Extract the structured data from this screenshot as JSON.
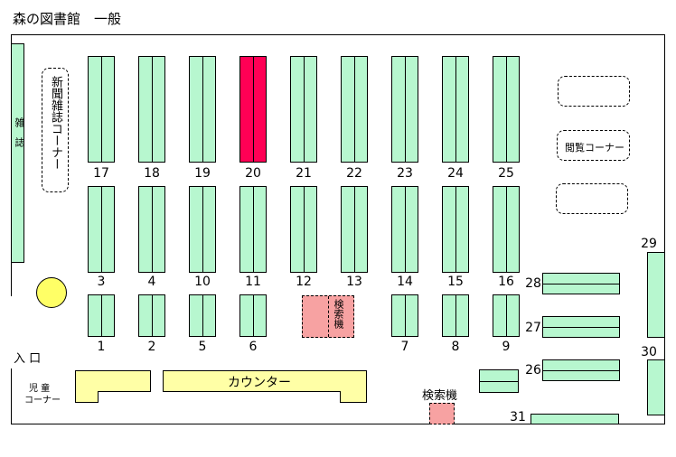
{
  "header": {
    "title": "森の図書館　一般"
  },
  "labels": {
    "magazine_wall": "雑　誌",
    "newspaper_corner": "新聞雑誌コーナー",
    "reading_corner": "閲覧コーナー",
    "search_terminal": "検索機",
    "search_terminal_2": "検索機",
    "entrance": "入 口",
    "children_corner_line1": "児 童",
    "children_corner_line2": "コーナー",
    "counter": "カウンター"
  },
  "shelves": {
    "top_row": [
      "17",
      "18",
      "19",
      "20",
      "21",
      "22",
      "23",
      "24",
      "25"
    ],
    "middle_row": [
      "3",
      "4",
      "10",
      "11",
      "12",
      "13",
      "14",
      "15",
      "16"
    ],
    "bottom_left": [
      "1",
      "2",
      "5",
      "6"
    ],
    "bottom_right": [
      "7",
      "8",
      "9"
    ],
    "right_side": [
      "28",
      "27",
      "26",
      "31",
      "29",
      "30"
    ],
    "highlighted": "20"
  },
  "colors": {
    "shelf": "#b7f7cf",
    "highlight": "#ff0055",
    "terminal": "#f7a2a2",
    "counter": "#ffffa6"
  }
}
